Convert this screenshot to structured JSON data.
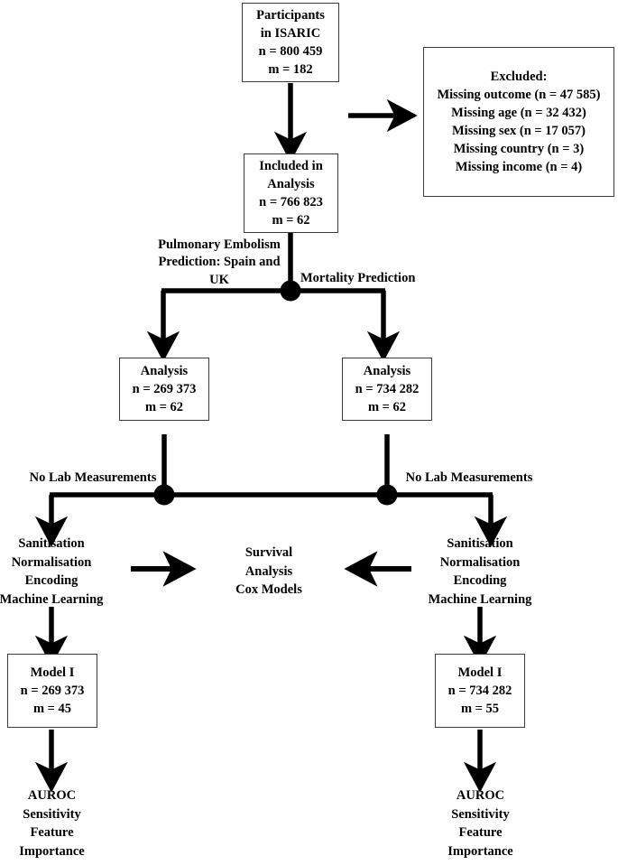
{
  "diagram": {
    "title": "ISARIC COVID-19 participant flow and modelling diagram",
    "type": "flowchart",
    "stroke_color": "#000000",
    "box_border_color": "#3a3a3a",
    "background": "#ffffff"
  },
  "nodes": {
    "participants": {
      "lines": [
        "Participants",
        "in ISARIC",
        "n = 800 459",
        "m = 182"
      ]
    },
    "excluded": {
      "lines": [
        "Excluded:",
        "Missing outcome (n = 47 585)",
        "Missing age (n = 32 432)",
        "Missing sex (n = 17 057)",
        "Missing country (n = 3)",
        "Missing income (n = 4)"
      ]
    },
    "included": {
      "lines": [
        "Included in",
        "Analysis",
        "n = 766 823",
        "m = 62"
      ]
    },
    "analysis_left": {
      "lines": [
        "Analysis",
        "n = 269 373",
        "m = 62"
      ]
    },
    "analysis_right": {
      "lines": [
        "Analysis",
        "n = 734 282",
        "m = 62"
      ]
    },
    "model_left": {
      "lines": [
        "Model I",
        "n = 269 373",
        "m = 45"
      ]
    },
    "model_right": {
      "lines": [
        "Model I",
        "n = 734 282",
        "m = 55"
      ]
    }
  },
  "process_blocks": {
    "pipeline_left": {
      "lines": [
        "Sanitisation",
        "Normalisation",
        "Encoding",
        "Machine Learning"
      ]
    },
    "survival_center": {
      "lines": [
        "Survival",
        "Analysis",
        "Cox Models"
      ]
    },
    "pipeline_right": {
      "lines": [
        "Sanitisation",
        "Normalisation",
        "Encoding",
        "Machine Learning"
      ]
    },
    "outputs_left": {
      "lines": [
        "AUROC",
        "Sensitivity",
        "Feature",
        "Importance"
      ]
    },
    "outputs_right": {
      "lines": [
        "AUROC",
        "Sensitivity",
        "Feature",
        "Importance"
      ]
    }
  },
  "edge_labels": {
    "branch_left": {
      "lines": [
        "Pulmonary Embolism",
        "Prediction: Spain and",
        "UK"
      ]
    },
    "branch_right": {
      "lines": [
        "Mortality Prediction"
      ]
    },
    "no_lab_left": {
      "lines": [
        "No Lab Measurements"
      ]
    },
    "no_lab_right": {
      "lines": [
        "No Lab Measurements"
      ]
    }
  }
}
